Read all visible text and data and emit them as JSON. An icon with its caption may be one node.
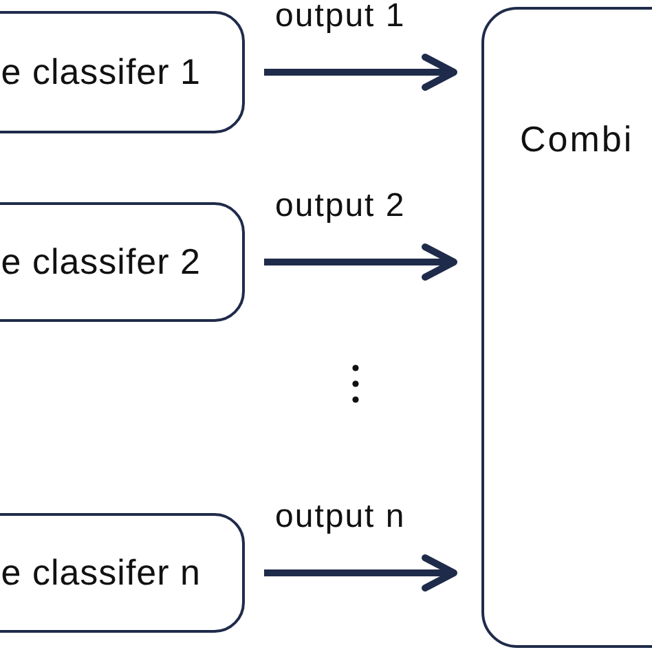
{
  "diagram": {
    "nodes": [
      {
        "text": [
          "e classifer 1"
        ]
      },
      {
        "text": [
          "e classifer 2"
        ]
      },
      {
        "text": [
          "e classifer n"
        ]
      },
      {
        "text": [
          "Combi"
        ]
      }
    ],
    "edges": [
      {
        "from": 0,
        "to": 3,
        "arrow": "to",
        "label": "output 1"
      },
      {
        "from": 1,
        "to": 3,
        "arrow": "to",
        "label": "output 2"
      },
      {
        "from": 2,
        "to": 3,
        "arrow": "to",
        "label": "output n"
      }
    ]
  }
}
